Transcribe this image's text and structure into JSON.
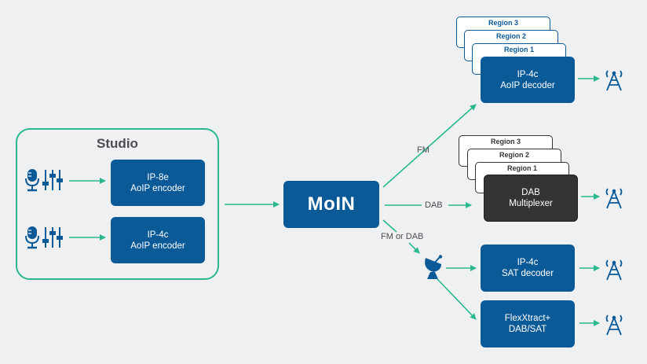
{
  "studio": {
    "title": "Studio",
    "encoders": [
      {
        "line1": "IP-8e",
        "line2": "AoIP encoder"
      },
      {
        "line1": "IP-4c",
        "line2": "AoIP encoder"
      }
    ]
  },
  "core": {
    "label": "MoIN"
  },
  "links": {
    "fm": "FM",
    "dab": "DAB",
    "fm_or_dab": "FM or DAB"
  },
  "fm_branch": {
    "regions": [
      "Region 3",
      "Region 2",
      "Region 1"
    ],
    "decoder": {
      "line1": "IP-4c",
      "line2": "AoIP decoder"
    }
  },
  "dab_branch": {
    "regions": [
      "Region 3",
      "Region 2",
      "Region 1"
    ],
    "mux": {
      "line1": "DAB",
      "line2": "Multiplexer"
    }
  },
  "sat_branch": {
    "decoder": {
      "line1": "IP-4c",
      "line2": "SAT decoder"
    },
    "flex": {
      "line1": "FlexXtract+",
      "line2": "DAB/SAT"
    }
  },
  "colors": {
    "primary_blue": "#0b5a98",
    "arrow_green": "#2bb88e",
    "dark_box": "#333436",
    "background": "#eef0f2",
    "text_gray": "#4a4d51"
  },
  "icons": {
    "studio_rows": [
      "microphone-icon",
      "mixer-faders-icon"
    ],
    "outputs": "broadcast-tower-icon",
    "uplink": "satellite-dish-icon"
  }
}
